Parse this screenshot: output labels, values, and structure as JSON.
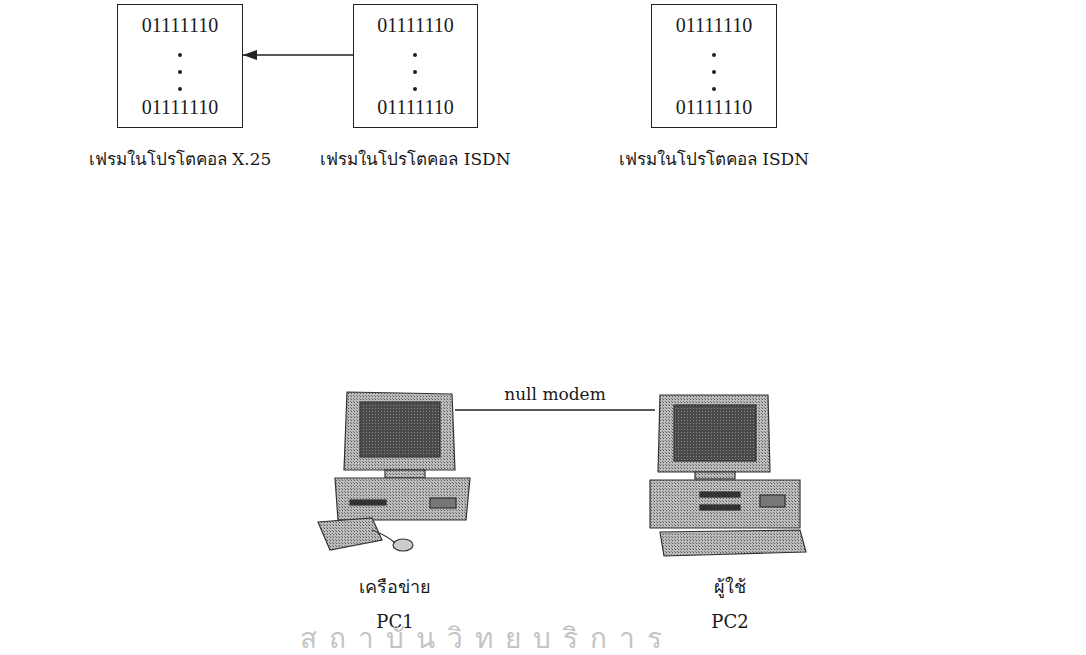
{
  "diagram": {
    "nodes": [
      {
        "text": [
          "01111110",
          "01111110",
          "เฟรมในโปรโตคอล X.25"
        ]
      },
      {
        "text": [
          "01111110",
          "01111110",
          "เฟรมในโปรโตคอล ISDN"
        ]
      },
      {
        "text": [
          "01111110",
          "01111110",
          "เฟรมในโปรโตคอล ISDN"
        ]
      },
      {
        "text": [
          "เครือข่าย",
          "PC1"
        ]
      },
      {
        "text": [
          "ผู้ใช้",
          "PC2"
        ]
      }
    ],
    "edges": [
      {
        "from": 1,
        "to": 0,
        "arrow": "to"
      },
      {
        "from": 3,
        "to": 4,
        "label": "null modem",
        "arrow": "none"
      }
    ],
    "labels": [
      "สถาบันวิทยบริการ"
    ]
  }
}
